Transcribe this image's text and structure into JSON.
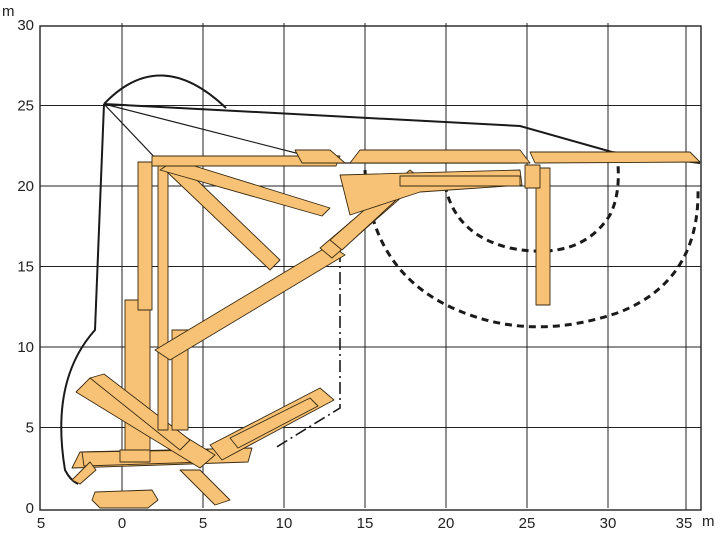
{
  "units": {
    "y": "m",
    "x": "m"
  },
  "x_ticks": [
    {
      "label": "5",
      "value": -5
    },
    {
      "label": "0",
      "value": 0
    },
    {
      "label": "5",
      "value": 5
    },
    {
      "label": "10",
      "value": 10
    },
    {
      "label": "15",
      "value": 15
    },
    {
      "label": "20",
      "value": 20
    },
    {
      "label": "25",
      "value": 25
    },
    {
      "label": "30",
      "value": 30
    },
    {
      "label": "35",
      "value": 35
    }
  ],
  "y_ticks": [
    {
      "label": "0",
      "value": 0
    },
    {
      "label": "5",
      "value": 5
    },
    {
      "label": "10",
      "value": 10
    },
    {
      "label": "15",
      "value": 15
    },
    {
      "label": "20",
      "value": 20
    },
    {
      "label": "25",
      "value": 25
    },
    {
      "label": "30",
      "value": 30
    }
  ],
  "colors": {
    "boom_fill": "#f7c275",
    "line": "#1a1a1a",
    "grid": "#222222",
    "background": "#ffffff"
  }
}
